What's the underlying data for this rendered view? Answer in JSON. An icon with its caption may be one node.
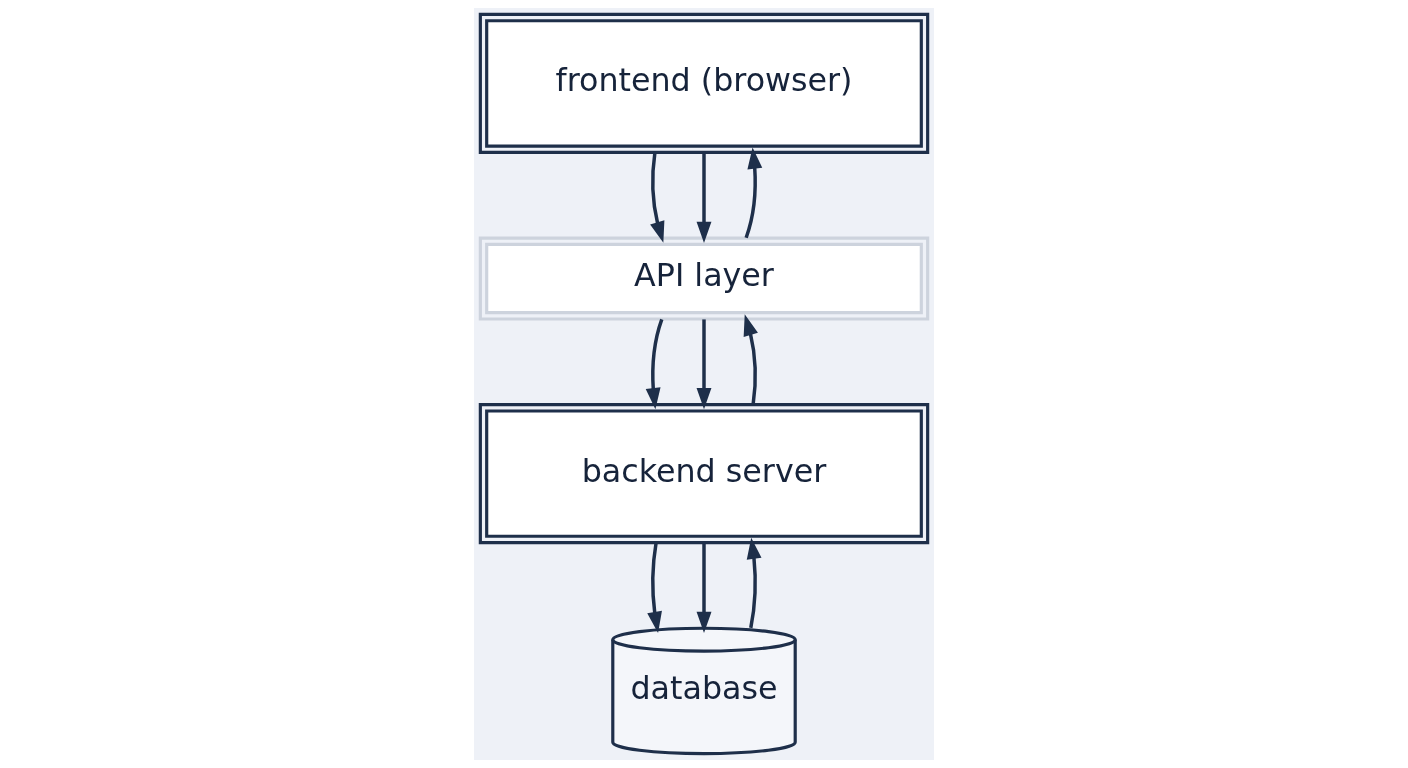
{
  "diagram": {
    "nodes": [
      {
        "text": [
          "frontend (browser)"
        ]
      },
      {
        "text": [
          "API layer"
        ]
      },
      {
        "text": [
          "backend server"
        ]
      },
      {
        "text": [
          "database"
        ]
      }
    ],
    "edges": [
      {
        "from": 0,
        "to": 1,
        "arrow": "to"
      },
      {
        "from": 0,
        "to": 1,
        "arrow": "to"
      },
      {
        "from": 1,
        "to": 0,
        "arrow": "to"
      },
      {
        "from": 1,
        "to": 2,
        "arrow": "to"
      },
      {
        "from": 1,
        "to": 2,
        "arrow": "to"
      },
      {
        "from": 2,
        "to": 1,
        "arrow": "to"
      },
      {
        "from": 2,
        "to": 3,
        "arrow": "to"
      },
      {
        "from": 2,
        "to": 3,
        "arrow": "to"
      },
      {
        "from": 3,
        "to": 2,
        "arrow": "to"
      }
    ]
  }
}
